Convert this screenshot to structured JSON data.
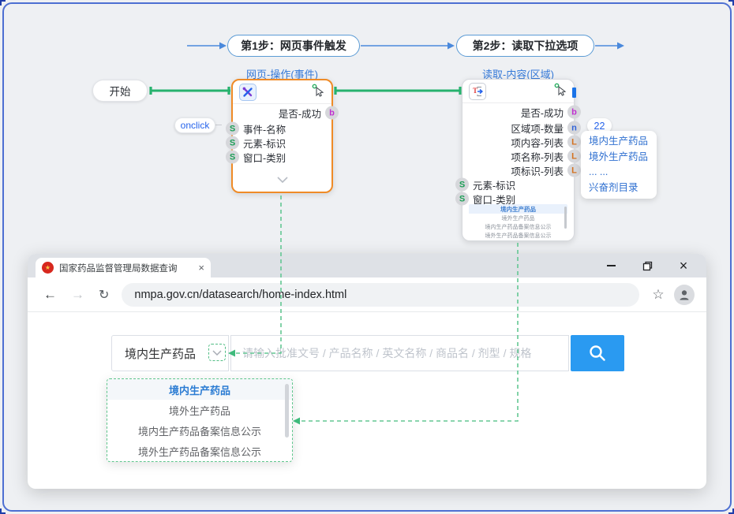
{
  "flow": {
    "steps": [
      "第1步：网页事件触发",
      "第2步：读取下拉选项"
    ],
    "start_label": "开始"
  },
  "node1": {
    "title": "网页-操作(事件)",
    "output_rows": [
      {
        "label": "是否-成功",
        "badge": "b"
      }
    ],
    "input_rows": [
      {
        "label": "事件-名称",
        "badge": "S"
      },
      {
        "label": "元素-标识",
        "badge": "S"
      },
      {
        "label": "窗口-类别",
        "badge": "S"
      }
    ],
    "event_value": "onclick"
  },
  "node2": {
    "title": "读取-内容(区域)",
    "output_rows": [
      {
        "label": "是否-成功",
        "badge": "b"
      },
      {
        "label": "区域项-数量",
        "badge": "n",
        "value": "22"
      },
      {
        "label": "项内容-列表",
        "badge": "L"
      },
      {
        "label": "项名称-列表",
        "badge": "L"
      },
      {
        "label": "项标识-列表",
        "badge": "L"
      }
    ],
    "input_rows": [
      {
        "label": "元素-标识",
        "badge": "S"
      },
      {
        "label": "窗口-类别",
        "badge": "S"
      }
    ],
    "preview_list": [
      "境内生产药品",
      "境外生产药品",
      "境内生产药品备案信息公示",
      "境外生产药品备案信息公示"
    ],
    "result_panel": [
      "境内生产药品",
      "境外生产药品",
      "... ...",
      "兴奋剂目录"
    ]
  },
  "browser": {
    "tab_title": "国家药品监督管理局数据查询",
    "tab_close": "×",
    "url": "nmpa.gov.cn/datasearch/home-index.html",
    "controls": {
      "close": "×"
    },
    "nav": {
      "back": "←",
      "forward": "→",
      "reload": "↻",
      "star": "☆"
    },
    "search": {
      "category": "境内生产药品",
      "placeholder": "请输入批准文号 / 产品名称 / 英文名称 / 商品名 / 剂型 / 规格"
    },
    "dropdown": [
      "境内生产药品",
      "境外生产药品",
      "境内生产药品备案信息公示",
      "境外生产药品备案信息公示"
    ]
  },
  "colors": {
    "frame_accent": "#4d6fd2",
    "flow_blue": "#4a89dc",
    "node_selected": "#ef8b27",
    "connector_green": "#27b26e",
    "dashed_green": "#63c793",
    "search_button": "#2a9af1",
    "badge_bool": "#c02fd0",
    "badge_num": "#2f62d8",
    "badge_list": "#d4711f",
    "badge_str": "#1d9e57"
  }
}
